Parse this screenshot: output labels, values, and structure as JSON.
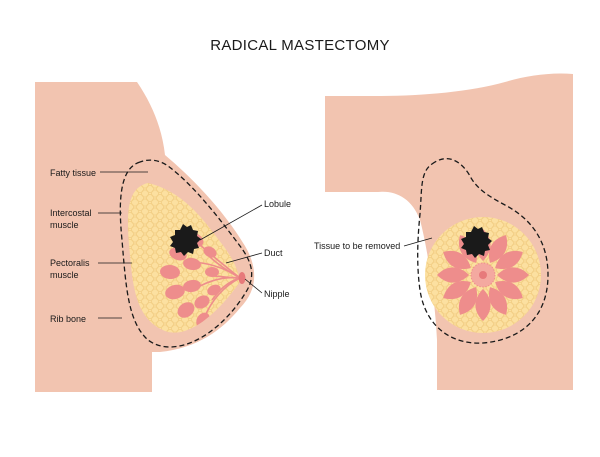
{
  "title": "RADICAL MASTECTOMY",
  "labels": {
    "fatty_tissue": "Fatty tissue",
    "intercostal_1": "Intercostal",
    "intercostal_2": "muscle",
    "pectoralis_1": "Pectoralis",
    "pectoralis_2": "muscle",
    "rib_bone": "Rib bone",
    "lobule": "Lobule",
    "duct": "Duct",
    "nipple": "Nipple",
    "tissue_removed": "Tissue to be removed"
  },
  "colors": {
    "skin": "#f2c4b0",
    "fat": "#fce0a0",
    "fat_cell_stroke": "#f3cf86",
    "lobule": "#ee8d8c",
    "lobule_dark": "#e77a7b",
    "tumor": "#1a1a1a",
    "cut_line": "#1a1a1a"
  }
}
